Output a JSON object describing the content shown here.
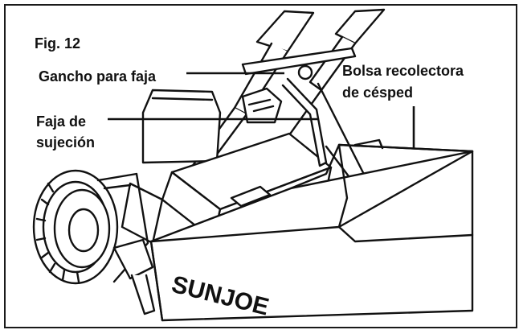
{
  "figure": {
    "label": "Fig. 12"
  },
  "callouts": {
    "gancho": "Gancho para faja",
    "faja_line1": "Faja de",
    "faja_line2": "sujeción",
    "bolsa_line1": "Bolsa recolectora",
    "bolsa_line2": "de césped"
  },
  "brand": "SUNJOE"
}
